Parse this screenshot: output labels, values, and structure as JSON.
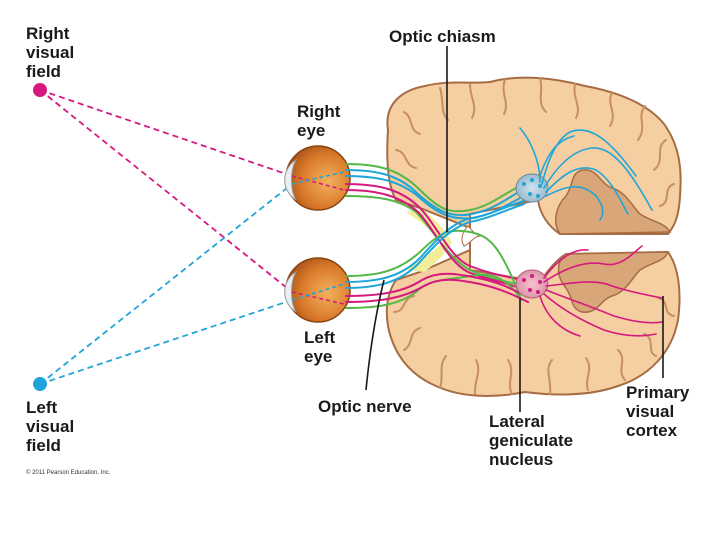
{
  "labels": {
    "right_visual_field": [
      "Right",
      "visual",
      "field"
    ],
    "left_visual_field": [
      "Left",
      "visual",
      "field"
    ],
    "optic_chiasm": "Optic chiasm",
    "right_eye": [
      "Right",
      "eye"
    ],
    "left_eye": [
      "Left",
      "eye"
    ],
    "optic_nerve": "Optic nerve",
    "lateral_geniculate_nucleus": [
      "Lateral",
      "geniculate",
      "nucleus"
    ],
    "primary_visual_cortex": [
      "Primary",
      "visual",
      "cortex"
    ]
  },
  "copyright": "© 2011 Pearson Education, Inc.",
  "colors": {
    "right_field": "#d6197e",
    "left_field": "#1fa6d8",
    "brain": "#f5cfa2",
    "brain_dark": "#d9a67a",
    "brain_outline": "#a66c44",
    "nerve_green": "#56b848",
    "eye_orange": "#d9792a",
    "chiasm_yellow": "#f2ee99"
  },
  "icons": {
    "right_field_point": "magenta-dot",
    "left_field_point": "cyan-dot"
  }
}
